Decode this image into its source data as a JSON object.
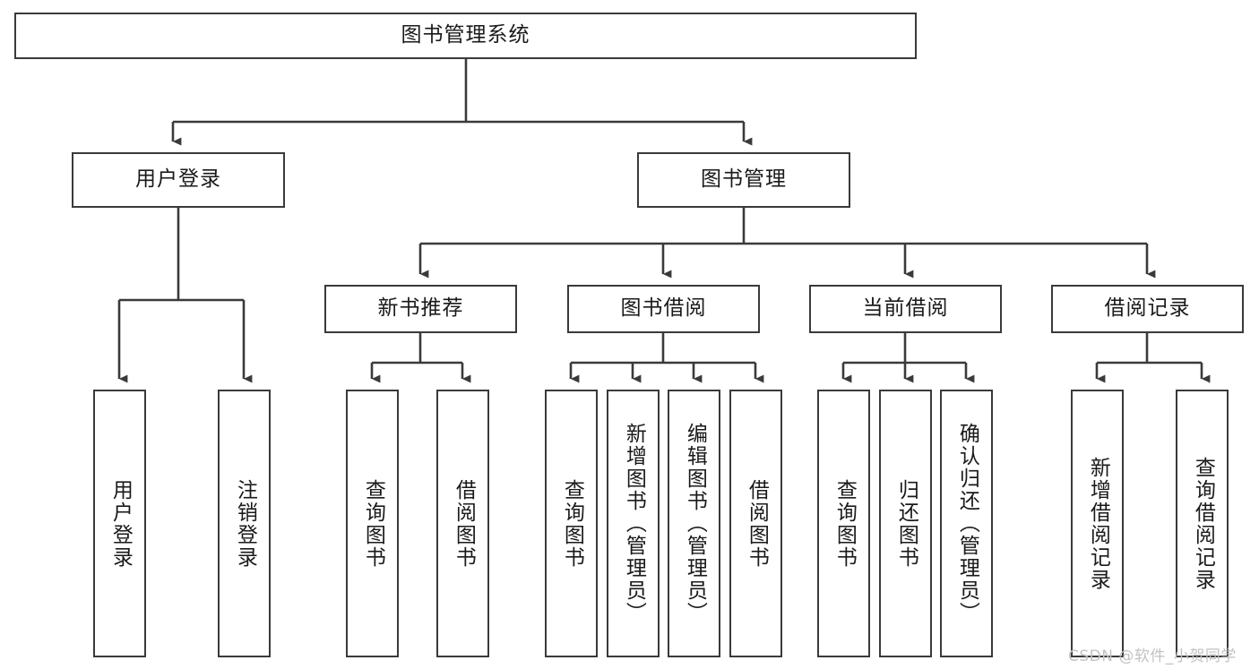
{
  "diagram": {
    "type": "tree-hierarchy-chart",
    "title": "图书管理系统",
    "levels": 4,
    "colors": {
      "box_border": "#3a3a3a",
      "box_fill": "#ffffff",
      "connector": "#3a3a3a",
      "text": "#1a1a1a",
      "watermark": "#c2c2c2",
      "background": "#ffffff"
    }
  },
  "root": {
    "label": "图书管理系统"
  },
  "level2": [
    {
      "id": "user-login",
      "label": "用户登录"
    },
    {
      "id": "book-management",
      "label": "图书管理"
    }
  ],
  "level3": [
    {
      "id": "new-book-recommend",
      "label": "新书推荐",
      "parent": "book-management"
    },
    {
      "id": "book-borrow",
      "label": "图书借阅",
      "parent": "book-management"
    },
    {
      "id": "current-borrow",
      "label": "当前借阅",
      "parent": "book-management"
    },
    {
      "id": "borrow-record",
      "label": "借阅记录",
      "parent": "book-management"
    }
  ],
  "leaves": {
    "user_login": [
      {
        "id": "leaf-user-login",
        "label": "用户登录"
      },
      {
        "id": "leaf-logout-login",
        "label": "注销登录"
      }
    ],
    "new_book_recommend": [
      {
        "id": "leaf-query-book-1",
        "label": "查询图书"
      },
      {
        "id": "leaf-borrow-book-1",
        "label": "借阅图书"
      }
    ],
    "book_borrow": [
      {
        "id": "leaf-query-book-2",
        "label": "查询图书"
      },
      {
        "id": "leaf-add-book",
        "label": "新增图书（管理员）"
      },
      {
        "id": "leaf-edit-book",
        "label": "编辑图书（管理员）"
      },
      {
        "id": "leaf-borrow-book-2",
        "label": "借阅图书"
      }
    ],
    "current_borrow": [
      {
        "id": "leaf-query-book-3",
        "label": "查询图书"
      },
      {
        "id": "leaf-return-book",
        "label": "归还图书"
      },
      {
        "id": "leaf-confirm-return",
        "label": "确认归还（管理员）"
      }
    ],
    "borrow_record": [
      {
        "id": "leaf-add-record",
        "label": "新增借阅记录"
      },
      {
        "id": "leaf-query-record",
        "label": "查询借阅记录"
      }
    ]
  },
  "watermark": {
    "text": "CSDN @软件_小贺同学"
  }
}
